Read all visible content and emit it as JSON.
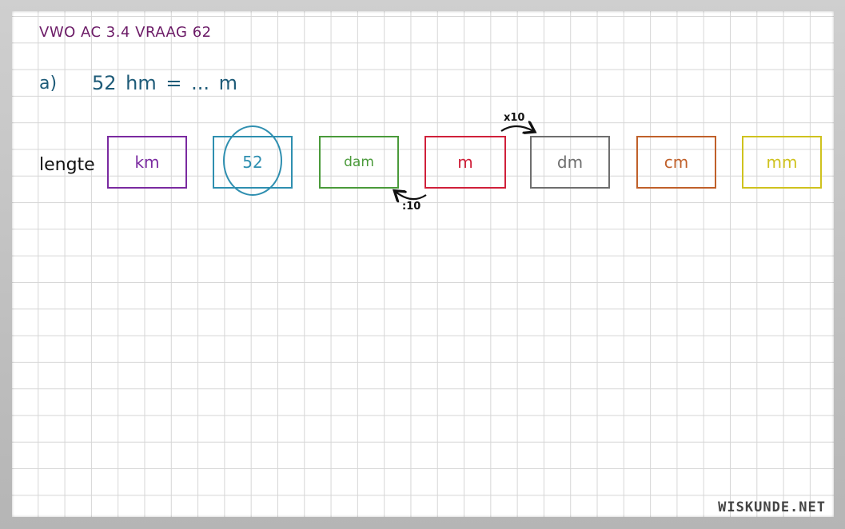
{
  "title": "VWO AC 3.4 VRAAG 62",
  "question": {
    "letter": "a)",
    "text": "52 hm = ... m"
  },
  "row_label": "lengte",
  "units": [
    {
      "label": "km",
      "color": "#7a2aa0"
    },
    {
      "label": "52",
      "color": "#2f8fb0"
    },
    {
      "label": "dam",
      "color": "#4a9a3a"
    },
    {
      "label": "m",
      "color": "#d0203a"
    },
    {
      "label": "dm",
      "color": "#6e6e6e"
    },
    {
      "label": "cm",
      "color": "#c0602a"
    },
    {
      "label": "mm",
      "color": "#cfc21e"
    }
  ],
  "operations": {
    "multiply": "x10",
    "divide": ":10"
  },
  "footer": "WISKUNDE.NET"
}
